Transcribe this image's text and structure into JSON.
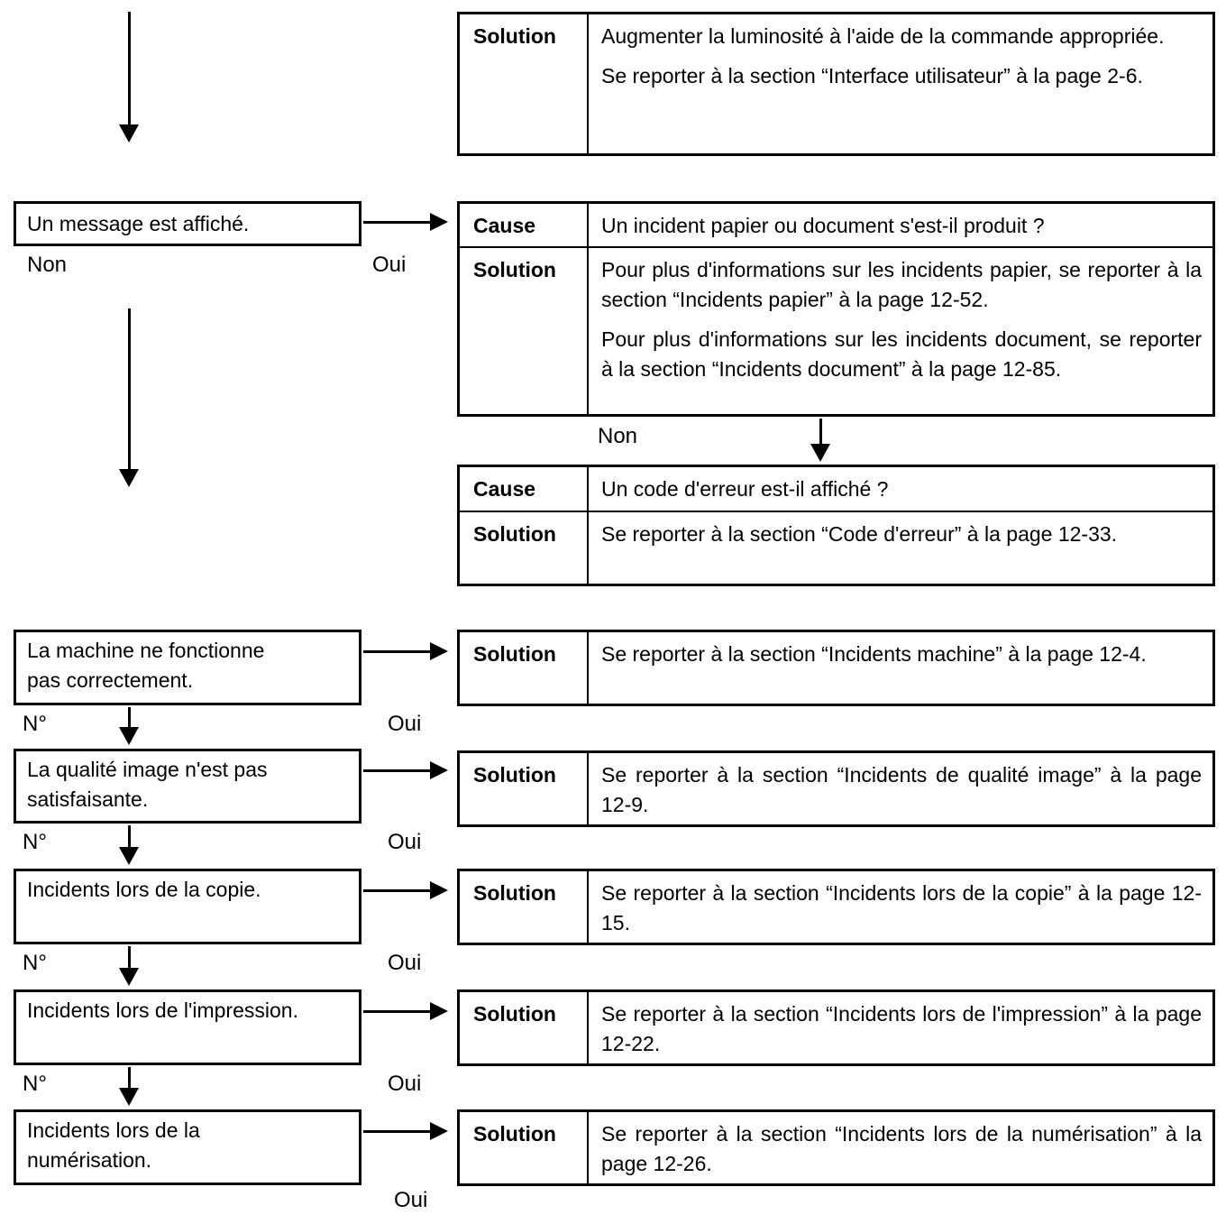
{
  "page": {
    "background": "#ffffff",
    "text_color": "#000000",
    "border_color": "#000000"
  },
  "labels": {
    "non": "Non",
    "oui": "Oui",
    "no": "N°"
  },
  "boxes": [
    {
      "id": "message",
      "lines": [
        "Un message est affiché."
      ]
    },
    {
      "id": "machine",
      "lines": [
        "La machine ne fonctionne",
        "pas correctement."
      ]
    },
    {
      "id": "qualite",
      "lines": [
        "La qualité image n'est pas",
        "satisfaisante."
      ]
    },
    {
      "id": "copie",
      "lines": [
        "Incidents lors de la copie."
      ]
    },
    {
      "id": "impression",
      "lines": [
        "Incidents lors de l'impression."
      ]
    },
    {
      "id": "numerisation",
      "lines": [
        "Incidents lors de la",
        "numérisation."
      ]
    }
  ],
  "tables": [
    {
      "rows": [
        {
          "label": "Solution",
          "paragraphs": [
            "Augmenter la luminosité à l'aide de la commande appropriée.",
            "Se reporter à la section “Interface utilisateur” à la page 2-6."
          ]
        }
      ]
    },
    {
      "rows": [
        {
          "label": "Cause",
          "paragraphs": [
            "Un incident papier ou document s'est-il produit ?"
          ]
        },
        {
          "label": "Solution",
          "paragraphs": [
            "Pour plus d'informations sur les incidents papier, se reporter à la section “Incidents papier” à la page 12-52.",
            "Pour plus d'informations sur les incidents document, se reporter à la section “Incidents document” à la page 12-85."
          ]
        }
      ]
    },
    {
      "rows": [
        {
          "label": "Cause",
          "paragraphs": [
            "Un code d'erreur est-il affiché ?"
          ]
        },
        {
          "label": "Solution",
          "paragraphs": [
            "Se reporter à la section “Code d'erreur” à la page 12-33."
          ]
        }
      ]
    },
    {
      "rows": [
        {
          "label": "Solution",
          "paragraphs": [
            "Se reporter à la section “Incidents machine” à la page 12-4."
          ]
        }
      ]
    },
    {
      "rows": [
        {
          "label": "Solution",
          "paragraphs": [
            "Se reporter à la section “Incidents de qualité image” à la page 12-9."
          ]
        }
      ]
    },
    {
      "rows": [
        {
          "label": "Solution",
          "paragraphs": [
            "Se reporter à la section “Incidents lors de la copie” à la page 12-15."
          ]
        }
      ]
    },
    {
      "rows": [
        {
          "label": "Solution",
          "paragraphs": [
            "Se reporter à la section “Incidents lors de l'impression” à la page 12-22."
          ]
        }
      ]
    },
    {
      "rows": [
        {
          "label": "Solution",
          "paragraphs": [
            "Se reporter à la section “Incidents lors de la numérisation” à la page 12-26."
          ]
        }
      ]
    }
  ]
}
